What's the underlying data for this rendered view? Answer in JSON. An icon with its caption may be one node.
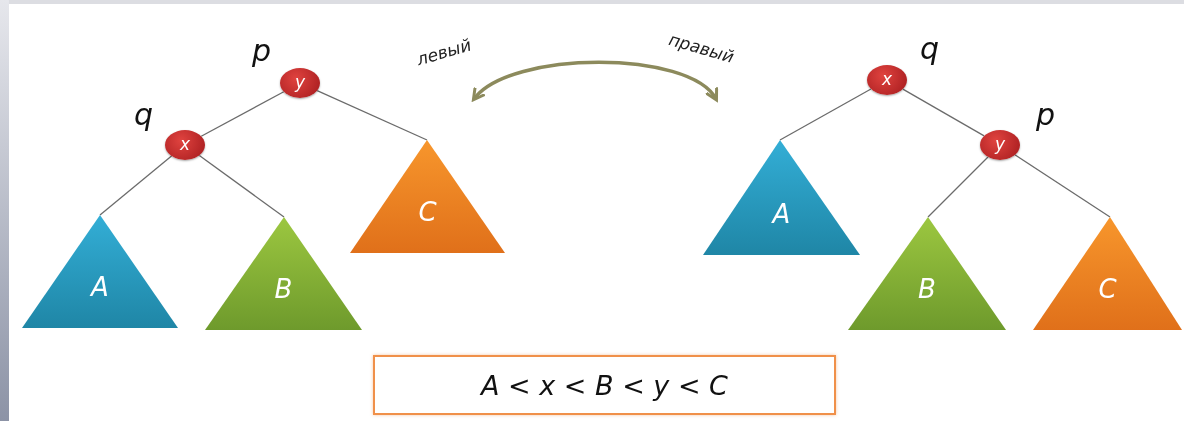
{
  "diagram": {
    "nodes": [
      {
        "text": [
          "y"
        ],
        "beside": [
          "p"
        ]
      },
      {
        "text": [
          "x"
        ],
        "beside": [
          "q"
        ]
      },
      {
        "text": [
          "A"
        ]
      },
      {
        "text": [
          "B"
        ]
      },
      {
        "text": [
          "C"
        ]
      },
      {
        "text": [
          "x"
        ],
        "beside": [
          "q"
        ]
      },
      {
        "text": [
          "y"
        ],
        "beside": [
          "p"
        ]
      },
      {
        "text": [
          "A"
        ]
      },
      {
        "text": [
          "B"
        ]
      },
      {
        "text": [
          "C"
        ]
      },
      {
        "text": [
          "A < x < B < y < C"
        ]
      }
    ],
    "edges": [
      {
        "from": 0,
        "to": 1,
        "arrow": "none"
      },
      {
        "from": 0,
        "to": 4,
        "arrow": "none"
      },
      {
        "from": 1,
        "to": 2,
        "arrow": "none"
      },
      {
        "from": 1,
        "to": 3,
        "arrow": "none"
      },
      {
        "from": 5,
        "to": 7,
        "arrow": "none"
      },
      {
        "from": 5,
        "to": 6,
        "arrow": "none"
      },
      {
        "from": 6,
        "to": 8,
        "arrow": "none"
      },
      {
        "from": 6,
        "to": 9,
        "arrow": "none"
      }
    ],
    "labels": [
      "левый",
      "правый"
    ]
  }
}
